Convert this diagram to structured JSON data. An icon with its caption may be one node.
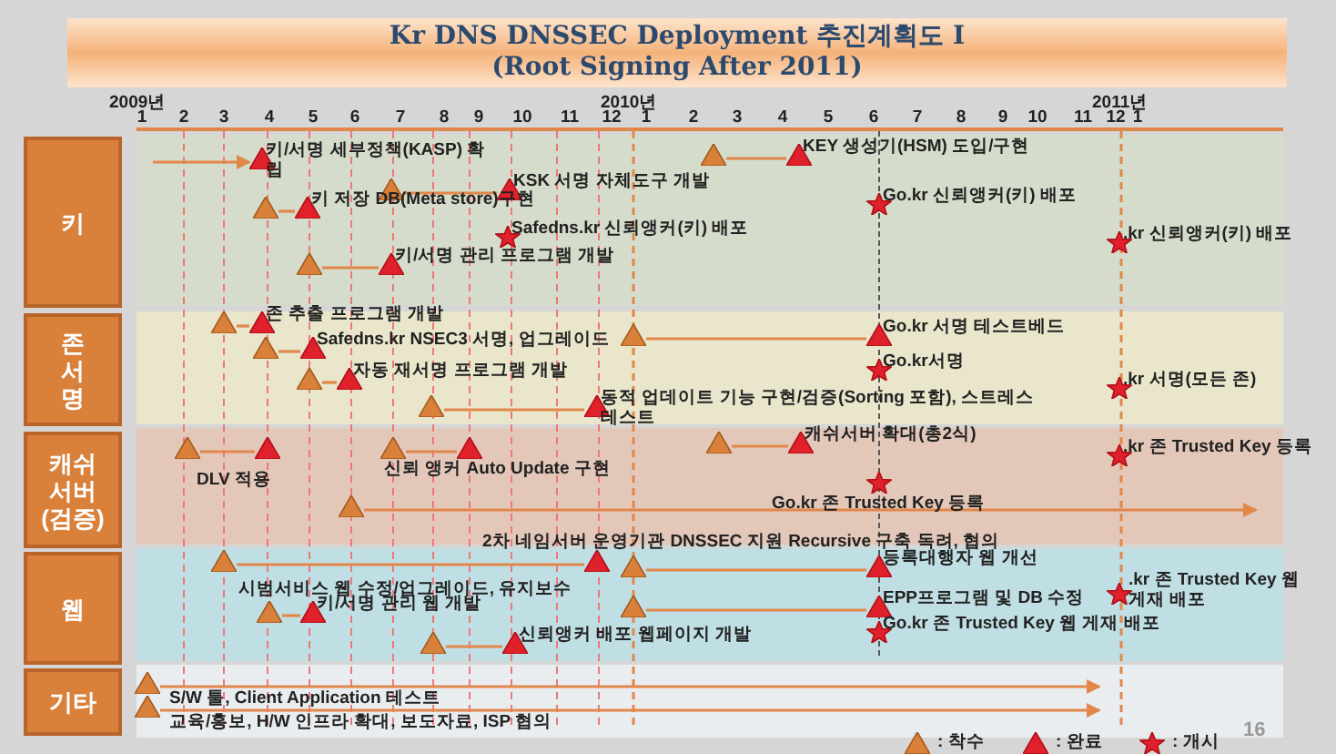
{
  "diagram": {
    "title": "Kr DNS DNSSEC Deployment 추진계획도 I",
    "nodes": [
      {
        "text": [
          "키"
        ]
      },
      {
        "text": [
          "존 서 명"
        ]
      },
      {
        "text": [
          "캐쉬 서버 (검증)"
        ]
      },
      {
        "text": [
          "웹"
        ]
      },
      {
        "text": [
          "기타"
        ]
      },
      {
        "text": [],
        "shape": "triangle",
        "beside": [
          "키/서명 세부정책(KASP) 확립"
        ]
      },
      {
        "text": [],
        "shape": "triangle"
      },
      {
        "text": [],
        "shape": "triangle",
        "beside": [
          "KEY 생성기(HSM) 도입/구현"
        ]
      },
      {
        "text": [],
        "shape": "triangle"
      },
      {
        "text": [],
        "shape": "triangle",
        "beside": [
          "KSK 서명 자체도구 개발"
        ]
      },
      {
        "text": [],
        "shape": "star",
        "beside": [
          "Go.kr 신뢰앵커(키) 배포"
        ]
      },
      {
        "text": [],
        "shape": "triangle"
      },
      {
        "text": [],
        "shape": "triangle",
        "beside": [
          "키 저장 DB(Meta store)구현"
        ]
      },
      {
        "text": [],
        "shape": "star",
        "beside": [
          "Safedns.kr 신뢰앵커(키) 배포"
        ]
      },
      {
        "text": [],
        "shape": "star",
        "beside": [
          ".kr 신뢰앵커(키) 배포"
        ]
      },
      {
        "text": [],
        "shape": "triangle"
      },
      {
        "text": [],
        "shape": "triangle",
        "beside": [
          "키/서명 관리 프로그램 개발"
        ]
      },
      {
        "text": [],
        "shape": "triangle"
      },
      {
        "text": [],
        "shape": "triangle",
        "beside": [
          "존 추출 프로그램 개발"
        ]
      },
      {
        "text": [],
        "shape": "triangle"
      },
      {
        "text": [],
        "shape": "triangle",
        "beside": [
          "Go.kr 서명 테스트베드"
        ]
      },
      {
        "text": [],
        "shape": "triangle"
      },
      {
        "text": [],
        "shape": "triangle",
        "beside": [
          "Safedns.kr NSEC3 서명, 업그레이드"
        ]
      },
      {
        "text": [],
        "shape": "star",
        "beside": [
          "Go.kr서명"
        ]
      },
      {
        "text": [],
        "shape": "triangle"
      },
      {
        "text": [],
        "shape": "triangle",
        "beside": [
          "자동 재서명 프로그램 개발"
        ]
      },
      {
        "text": [],
        "shape": "star",
        "beside": [
          ".kr 서명(모든 존)"
        ]
      },
      {
        "text": [],
        "shape": "triangle"
      },
      {
        "text": [],
        "shape": "triangle",
        "beside": [
          "동적 업데이트 기능 구현/검증(Sorting 포함), 스트레스 테스트"
        ]
      },
      {
        "text": [],
        "shape": "triangle"
      },
      {
        "text": [],
        "shape": "triangle"
      },
      {
        "text": [],
        "shape": "triangle"
      },
      {
        "text": [],
        "shape": "triangle",
        "beside": [
          "신뢰 앵커 Auto Update 구현"
        ]
      },
      {
        "text": [],
        "shape": "triangle"
      },
      {
        "text": [],
        "shape": "triangle",
        "beside": [
          "캐쉬서버 확대(총2식)"
        ]
      },
      {
        "text": [],
        "shape": "star",
        "beside": [
          ".kr 존 Trusted Key 등록"
        ]
      },
      {
        "text": [],
        "shape": "star",
        "beside": [
          "Go.kr 존 Trusted Key 등록"
        ]
      },
      {
        "text": [],
        "shape": "triangle"
      },
      {
        "text": [],
        "shape": "triangle"
      },
      {
        "text": [],
        "shape": "triangle"
      },
      {
        "text": [],
        "shape": "triangle"
      },
      {
        "text": [],
        "shape": "triangle",
        "beside": [
          "등록대행자 웹 개선"
        ]
      },
      {
        "text": [],
        "shape": "star",
        "beside": [
          ".kr 존 Trusted Key 웹 게재 배포"
        ]
      },
      {
        "text": [],
        "shape": "triangle"
      },
      {
        "text": [],
        "shape": "triangle",
        "beside": [
          "EPP프로그램 및 DB 수정"
        ]
      },
      {
        "text": [],
        "shape": "triangle"
      },
      {
        "text": [],
        "shape": "triangle",
        "beside": [
          "키/서명 관리 웹 개발"
        ]
      },
      {
        "text": [],
        "shape": "triangle"
      },
      {
        "text": [],
        "shape": "triangle",
        "beside": [
          "신뢰앵커 배포 웹페이지 개발"
        ]
      },
      {
        "text": [],
        "shape": "star",
        "beside": [
          "Go.kr 존 Trusted Key 웹 게재 배포"
        ]
      },
      {
        "text": [],
        "shape": "triangle",
        "beside": [
          "S/W 툴, Client Application 테스트"
        ]
      },
      {
        "text": [],
        "shape": "triangle",
        "beside": [
          "교육/홍보, H/W 인프라 확대, 보도자료, ISP 협의"
        ]
      }
    ],
    "edges": [
      {
        "from": null,
        "to": 5,
        "arrow": "to"
      },
      {
        "from": 6,
        "to": 7,
        "arrow": "none"
      },
      {
        "from": 8,
        "to": 9,
        "arrow": "none"
      },
      {
        "from": 11,
        "to": 12,
        "arrow": "none"
      },
      {
        "from": 15,
        "to": 16,
        "arrow": "none"
      },
      {
        "from": 17,
        "to": 18,
        "arrow": "none"
      },
      {
        "from": 19,
        "to": 20,
        "arrow": "none"
      },
      {
        "from": 21,
        "to": 22,
        "arrow": "none"
      },
      {
        "from": 24,
        "to": 25,
        "arrow": "none"
      },
      {
        "from": 27,
        "to": 28,
        "arrow": "none"
      },
      {
        "from": 29,
        "to": 30,
        "arrow": "none"
      },
      {
        "from": 31,
        "to": 32,
        "arrow": "none"
      },
      {
        "from": 33,
        "to": 34,
        "arrow": "none"
      },
      {
        "from": 37,
        "to": null,
        "arrow": "to"
      },
      {
        "from": 38,
        "to": 39,
        "arrow": "none"
      },
      {
        "from": 40,
        "to": 41,
        "arrow": "none"
      },
      {
        "from": 43,
        "to": 44,
        "arrow": "none"
      },
      {
        "from": 45,
        "to": 46,
        "arrow": "none"
      },
      {
        "from": 47,
        "to": 48,
        "arrow": "none"
      },
      {
        "from": 50,
        "to": null,
        "arrow": "to"
      },
      {
        "from": 51,
        "to": null,
        "arrow": "to"
      }
    ],
    "labels": [
      "(Root Signing After 2011)",
      "2009년",
      "2010년",
      "2011년",
      "1",
      "2",
      "3",
      "4",
      "5",
      "6",
      "7",
      "8",
      "9",
      "10",
      "11",
      "12",
      "1",
      "2",
      "3",
      "4",
      "5",
      "6",
      "7",
      "8",
      "9",
      "10",
      "11",
      "12",
      "1",
      "DLV 적용",
      "2차 네임서버 운영기관 DNSSEC 지원 Recursive 구축 독려, 협의",
      "시범서비스 웹 수정/업그레이드, 유지보수",
      "16"
    ],
    "legend": [
      {
        "text": ": 착수"
      },
      {
        "text": ": 완료"
      },
      {
        "text": ": 개시"
      }
    ]
  }
}
